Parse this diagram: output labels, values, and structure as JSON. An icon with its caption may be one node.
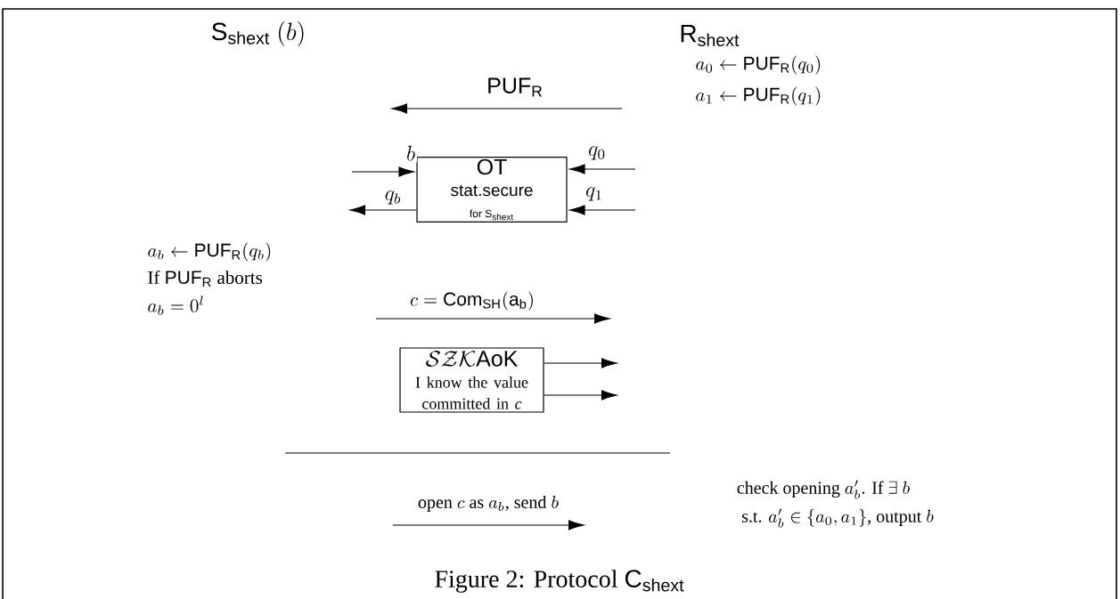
{
  "diagram": {
    "caption": "\\text{Figure 2: Protocol }\\mathsf{C}_{\\mathsf{shext}}",
    "nodes": [
      {
        "text": [
          "OT",
          "stat.secure",
          "for S$_{shext}$"
        ]
      },
      {
        "text": [
          "\\mathcal{SZK}\\mathsf{AoK}",
          "I know the value committed in *c*"
        ]
      }
    ],
    "edges": [
      {
        "from": null,
        "to": 0,
        "arrow": "to",
        "label": "b"
      },
      {
        "from": 0,
        "to": null,
        "arrow": "to",
        "label": "q_b"
      },
      {
        "from": null,
        "to": 0,
        "arrow": "to",
        "label": "q_0"
      },
      {
        "from": null,
        "to": 0,
        "arrow": "to",
        "label": "q_1"
      },
      {
        "from": 1,
        "to": null,
        "arrow": "to"
      },
      {
        "from": 1,
        "to": null,
        "arrow": "to"
      }
    ],
    "labels": [
      "\\mathsf{S}_{\\mathsf{shext}}\\ (b)",
      "\\mathsf{R}_{\\mathsf{shext}}",
      "a_0 \\leftarrow \\mathsf{PUF}_{\\mathsf{R}}(q_0)",
      "a_1 \\leftarrow \\mathsf{PUF}_{\\mathsf{R}}(q_1)",
      "\\mathsf{PUF}_{\\mathsf{R}}",
      "a_b \\leftarrow \\mathsf{PUF}_{\\mathsf{R}}(q_b)",
      "\\text{If }\\mathsf{PUF}_{\\mathsf{R}}\\text{ aborts}",
      "a_b = 0^l",
      "c = \\mathsf{Com}_{\\mathsf{SH}}(\\mathsf{a}_{\\mathsf{b}})",
      "\\text{check opening } a'_b\\text{. If } \\exists\\ b",
      "\\text{s.t. } a'_b \\in \\{a_0, a_1\\}\\text{, output } b",
      "\\text{open } c \\text{ as } a_b\\text{, send } b"
    ]
  }
}
